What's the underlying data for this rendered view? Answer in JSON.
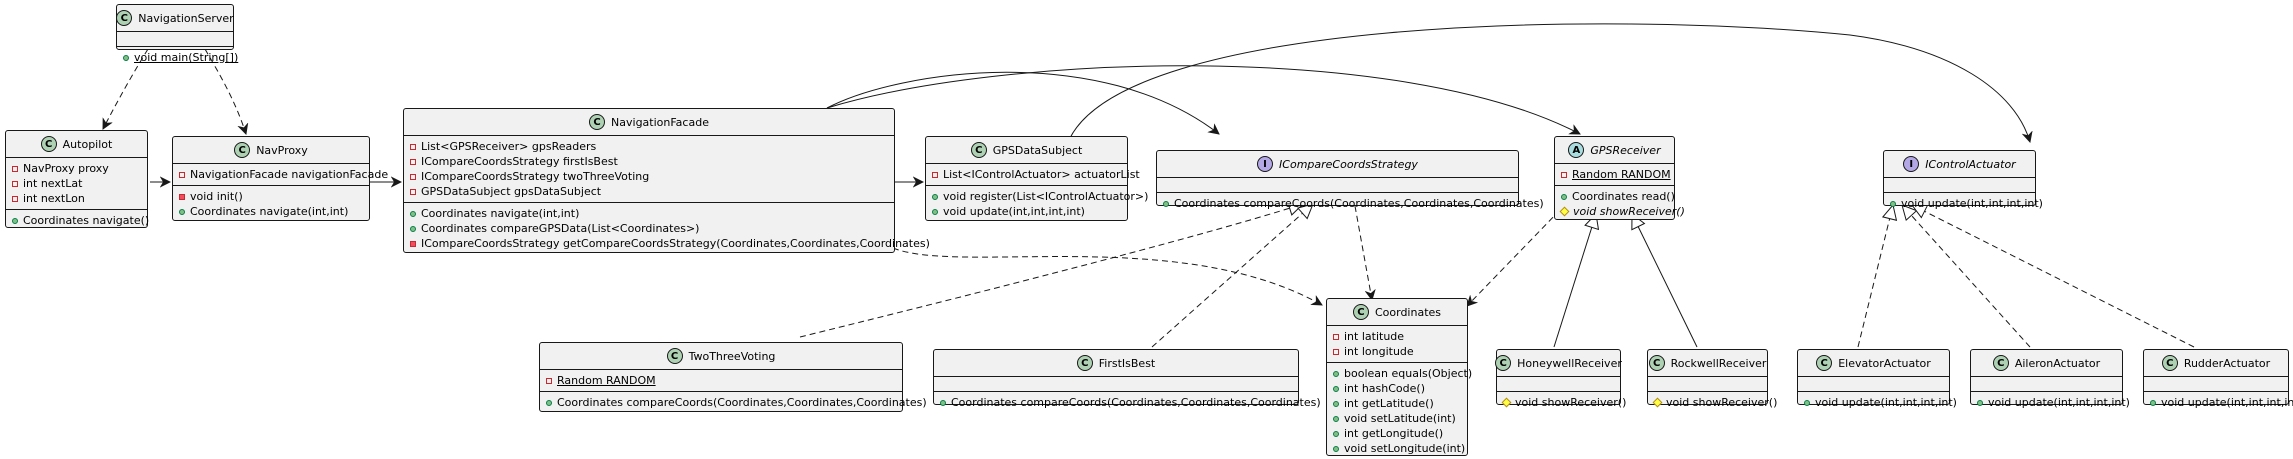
{
  "classes": {
    "navigation_server": {
      "kind": "C",
      "name": "NavigationServer",
      "methods": [
        "void main(String[])"
      ]
    },
    "autopilot": {
      "kind": "C",
      "name": "Autopilot",
      "fields": [
        "NavProxy proxy",
        "int nextLat",
        "int nextLon"
      ],
      "methods": [
        "Coordinates navigate()"
      ]
    },
    "nav_proxy": {
      "kind": "C",
      "name": "NavProxy",
      "fields": [
        "NavigationFacade navigationFacade"
      ],
      "methods": [
        "void init()",
        "Coordinates navigate(int,int)"
      ]
    },
    "navigation_facade": {
      "kind": "C",
      "name": "NavigationFacade",
      "fields": [
        "List<GPSReceiver> gpsReaders",
        "ICompareCoordsStrategy firstIsBest",
        "ICompareCoordsStrategy twoThreeVoting",
        "GPSDataSubject gpsDataSubject"
      ],
      "methods": [
        "Coordinates navigate(int,int)",
        "Coordinates compareGPSData(List<Coordinates>)",
        "ICompareCoordsStrategy getCompareCoordsStrategy(Coordinates,Coordinates,Coordinates)"
      ]
    },
    "gps_data_subject": {
      "kind": "C",
      "name": "GPSDataSubject",
      "fields": [
        "List<IControlActuator> actuatorList"
      ],
      "methods": [
        "void register(List<IControlActuator>)",
        "void update(int,int,int,int)"
      ]
    },
    "icompare_coords_strategy": {
      "kind": "I",
      "name": "ICompareCoordsStrategy",
      "methods": [
        "Coordinates compareCoords(Coordinates,Coordinates,Coordinates)"
      ]
    },
    "gps_receiver": {
      "kind": "A",
      "name": "GPSReceiver",
      "fields": [
        "Random RANDOM"
      ],
      "methods": [
        "Coordinates read()",
        "void showReceiver()"
      ]
    },
    "icontrol_actuator": {
      "kind": "I",
      "name": "IControlActuator",
      "methods": [
        "void update(int,int,int,int)"
      ]
    },
    "two_three_voting": {
      "kind": "C",
      "name": "TwoThreeVoting",
      "fields": [
        "Random RANDOM"
      ],
      "methods": [
        "Coordinates compareCoords(Coordinates,Coordinates,Coordinates)"
      ]
    },
    "first_is_best": {
      "kind": "C",
      "name": "FirstIsBest",
      "methods": [
        "Coordinates compareCoords(Coordinates,Coordinates,Coordinates)"
      ]
    },
    "coordinates": {
      "kind": "C",
      "name": "Coordinates",
      "fields": [
        "int latitude",
        "int longitude"
      ],
      "methods": [
        "boolean equals(Object)",
        "int hashCode()",
        "int getLatitude()",
        "void setLatitude(int)",
        "int getLongitude()",
        "void setLongitude(int)"
      ]
    },
    "honeywell_receiver": {
      "kind": "C",
      "name": "HoneywellReceiver",
      "methods": [
        "void showReceiver()"
      ]
    },
    "rockwell_receiver": {
      "kind": "C",
      "name": "RockwellReceiver",
      "methods": [
        "void showReceiver()"
      ]
    },
    "elevator_actuator": {
      "kind": "C",
      "name": "ElevatorActuator",
      "methods": [
        "void update(int,int,int,int)"
      ]
    },
    "aileron_actuator": {
      "kind": "C",
      "name": "AileronActuator",
      "methods": [
        "void update(int,int,int,int)"
      ]
    },
    "rudder_actuator": {
      "kind": "C",
      "name": "RudderActuator",
      "methods": [
        "void update(int,int,int,int)"
      ]
    }
  },
  "colors": {
    "class_badge": "#add1b2",
    "interface_badge": "#b4a7e5",
    "abstract_badge": "#a9dcdf",
    "box_fill": "#f1f1f1",
    "line": "#181818"
  }
}
